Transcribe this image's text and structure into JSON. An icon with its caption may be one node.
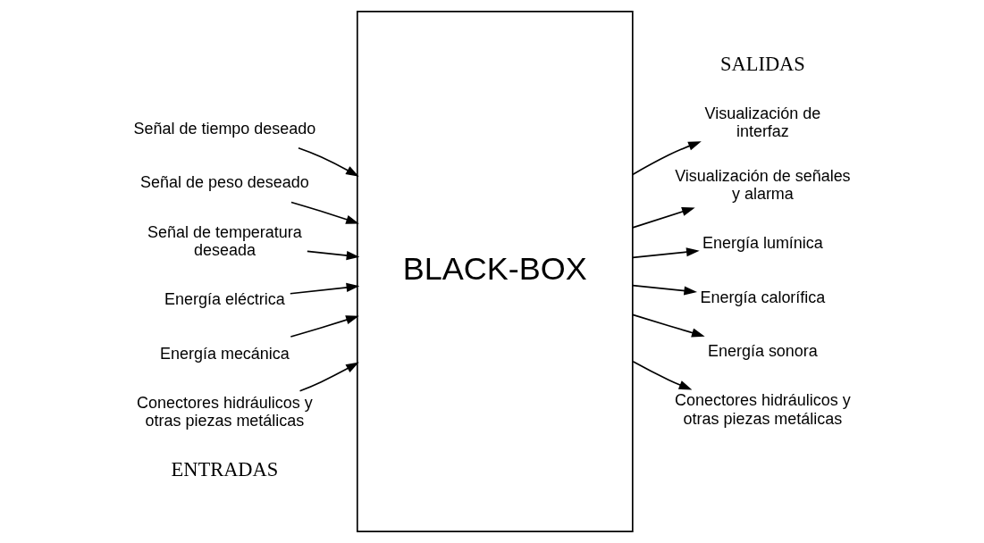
{
  "diagram": {
    "nodes": [
      {
        "text": [
          "Señal de tiempo deseado"
        ]
      },
      {
        "text": [
          "Señal de peso deseado"
        ]
      },
      {
        "text": [
          "Señal de temperatura deseada"
        ]
      },
      {
        "text": [
          "Energía eléctrica"
        ]
      },
      {
        "text": [
          "Energía mecánica"
        ]
      },
      {
        "text": [
          "Conectores hidráulicos y otras piezas metálicas"
        ]
      },
      {
        "text": [
          "BLACK-BOX"
        ]
      },
      {
        "text": [
          "Visualización de interfaz"
        ]
      },
      {
        "text": [
          "Visualización de señales y alarma"
        ]
      },
      {
        "text": [
          "Energía lumínica"
        ]
      },
      {
        "text": [
          "Energía calorífica"
        ]
      },
      {
        "text": [
          "Energía sonora"
        ]
      },
      {
        "text": [
          "Conectores hidráulicos y otras piezas metálicas"
        ]
      }
    ],
    "edges": [
      {
        "from": 0,
        "to": 6,
        "arrow": "to"
      },
      {
        "from": 1,
        "to": 6,
        "arrow": "to"
      },
      {
        "from": 2,
        "to": 6,
        "arrow": "to"
      },
      {
        "from": 3,
        "to": 6,
        "arrow": "to"
      },
      {
        "from": 4,
        "to": 6,
        "arrow": "to"
      },
      {
        "from": 5,
        "to": 6,
        "arrow": "to"
      },
      {
        "from": 6,
        "to": 7,
        "arrow": "to"
      },
      {
        "from": 6,
        "to": 8,
        "arrow": "to"
      },
      {
        "from": 6,
        "to": 9,
        "arrow": "to"
      },
      {
        "from": 6,
        "to": 10,
        "arrow": "to"
      },
      {
        "from": 6,
        "to": 11,
        "arrow": "to"
      },
      {
        "from": 6,
        "to": 12,
        "arrow": "to"
      }
    ],
    "labels": [
      "ENTRADAS",
      "SALIDAS"
    ]
  }
}
